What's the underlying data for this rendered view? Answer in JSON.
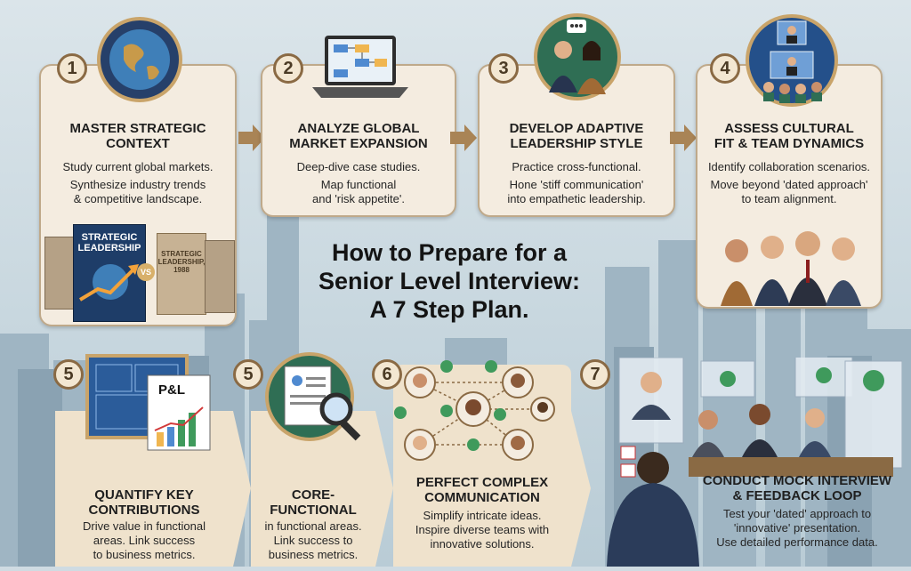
{
  "headline": {
    "line1": "How to Prepare for a",
    "line2": "Senior Level Interview:",
    "line3": "A 7 Step Plan."
  },
  "steps": [
    {
      "number": "1",
      "title": [
        "MASTER STRATEGIC",
        "CONTEXT"
      ],
      "body": [
        "Study current global markets.",
        "Synthesize industry trends",
        "& competitive landscape."
      ]
    },
    {
      "number": "2",
      "title": [
        "ANALYZE GLOBAL",
        "MARKET EXPANSION"
      ],
      "body": [
        "Deep-dive case studies.",
        "Map functional",
        "and 'risk appetite'."
      ]
    },
    {
      "number": "3",
      "title": [
        "DEVELOP ADAPTIVE",
        "LEADERSHIP STYLE"
      ],
      "body": [
        "Practice cross-functional.",
        "Hone 'stiff communication'",
        "into empathetic leadership."
      ]
    },
    {
      "number": "4",
      "title": [
        "ASSESS CULTURAL",
        "FIT & TEAM DYNAMICS"
      ],
      "body": [
        "Identify collaboration scenarios.",
        "Move beyond 'dated approach'",
        "to team alignment."
      ]
    },
    {
      "number": "5",
      "title": [
        "QUANTIFY KEY",
        "CONTRIBUTIONS"
      ],
      "body": [
        "Drive value in functional",
        "areas. Link success",
        "to business metrics."
      ]
    },
    {
      "number": "5",
      "title": [
        "CORE-",
        "FUNCTIONAL"
      ],
      "body": [
        "in functional areas.",
        "Link success to",
        "business metrics."
      ]
    },
    {
      "number": "6",
      "title": [
        "PERFECT COMPLEX",
        "COMMUNICATION"
      ],
      "body": [
        "Simplify intricate ideas.",
        "Inspire diverse teams with",
        "innovative solutions."
      ]
    },
    {
      "number": "7",
      "title": [
        "CONDUCT MOCK INTERVIEW",
        "& FEEDBACK LOOP"
      ],
      "body": [
        "Test your 'dated' approach to",
        "'innovative' presentation.",
        "Use detailed performance data."
      ]
    }
  ],
  "book_art": {
    "main_title_1": "STRATEGIC",
    "main_title_2": "LEADERSHIP",
    "vs": "VS",
    "old_title": "STRATEGIC LEADERSHIP, 1988"
  },
  "doc_art": {
    "label": "P&L"
  },
  "colors": {
    "card": "#f4ece0",
    "border": "#bfa98a",
    "badge": "#8a6a44",
    "arrow": "#a98456",
    "sky": "#cfdbe2"
  }
}
